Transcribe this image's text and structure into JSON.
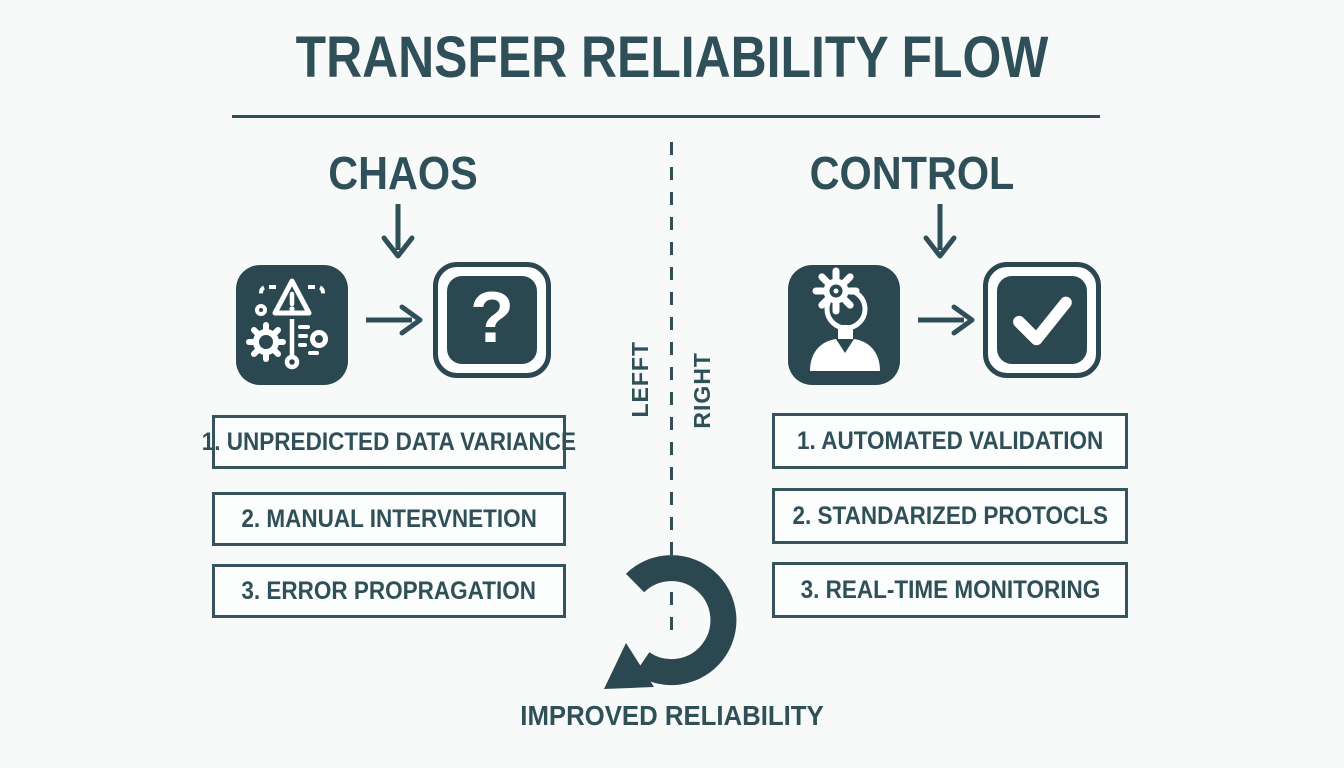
{
  "title": "TRANSFER RELIABILITY FLOW",
  "left": {
    "heading": "CHAOS",
    "divider_label": "LEFFT",
    "source_icon": "chaos-process-icon",
    "result_icon": "question-box-icon",
    "question_glyph": "?",
    "items": [
      "1. UNPREDICTED DATA VARIANCE",
      "2. MANUAL INTERVNETION",
      "3. ERROR PROPRAGATION"
    ]
  },
  "right": {
    "heading": "CONTROL",
    "divider_label": "RIGHT",
    "source_icon": "operator-gear-icon",
    "result_icon": "checkmark-box-icon",
    "items": [
      "1. AUTOMATED VALIDATION",
      "2. STANDARIZED PROTOCLS",
      "3. REAL-TIME MONITORING"
    ]
  },
  "footer": {
    "label": "IMPROVED RELIABILITY"
  },
  "colors": {
    "ink": "#2f5058",
    "icon_fill": "#2b4850",
    "background": "#f8fafa",
    "box_border": "#35545d"
  }
}
